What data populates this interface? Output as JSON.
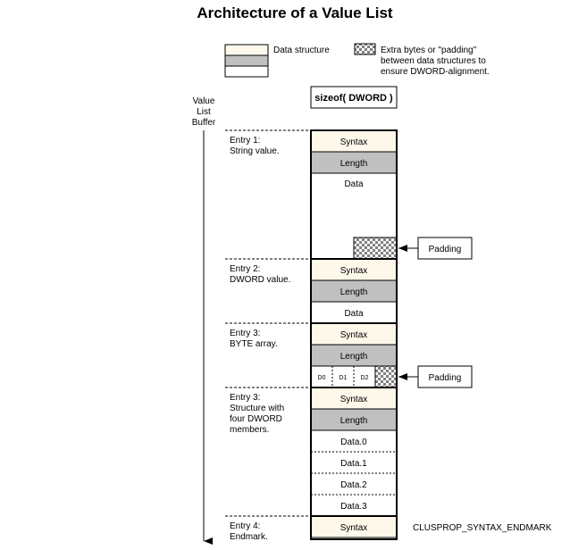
{
  "title": "Architecture of a Value List",
  "legend": {
    "data_structure": "Data structure",
    "padding_line1": "Extra bytes or \"padding\"",
    "padding_line2": "between data structures to",
    "padding_line3": "ensure DWORD-alignment."
  },
  "buffer_label": [
    "Value",
    "List",
    "Buffer"
  ],
  "sizeof_label": "sizeof( DWORD )",
  "entries": [
    {
      "label": [
        "Entry 1:",
        "String value."
      ]
    },
    {
      "label": [
        "Entry 2:",
        "DWORD value."
      ]
    },
    {
      "label": [
        "Entry 3:",
        "BYTE array."
      ]
    },
    {
      "label": [
        "Entry 3:",
        "Structure with",
        "four DWORD",
        "members."
      ]
    },
    {
      "label": [
        "Entry 4:",
        "Endmark."
      ]
    }
  ],
  "cells": {
    "syntax": "Syntax",
    "length": "Length",
    "data": "Data",
    "bytes": [
      "D0",
      "D1",
      "D2"
    ],
    "data_members": [
      "Data.0",
      "Data.1",
      "Data.2",
      "Data.3"
    ]
  },
  "padding_label": "Padding",
  "endmark_label": "CLUSPROP_SYNTAX_ENDMARK",
  "colors": {
    "syntax_fill": "#fdf8ea",
    "length_fill": "#c0c0c0",
    "padding_dark": "#808080",
    "padding_light": "#ffffff"
  }
}
